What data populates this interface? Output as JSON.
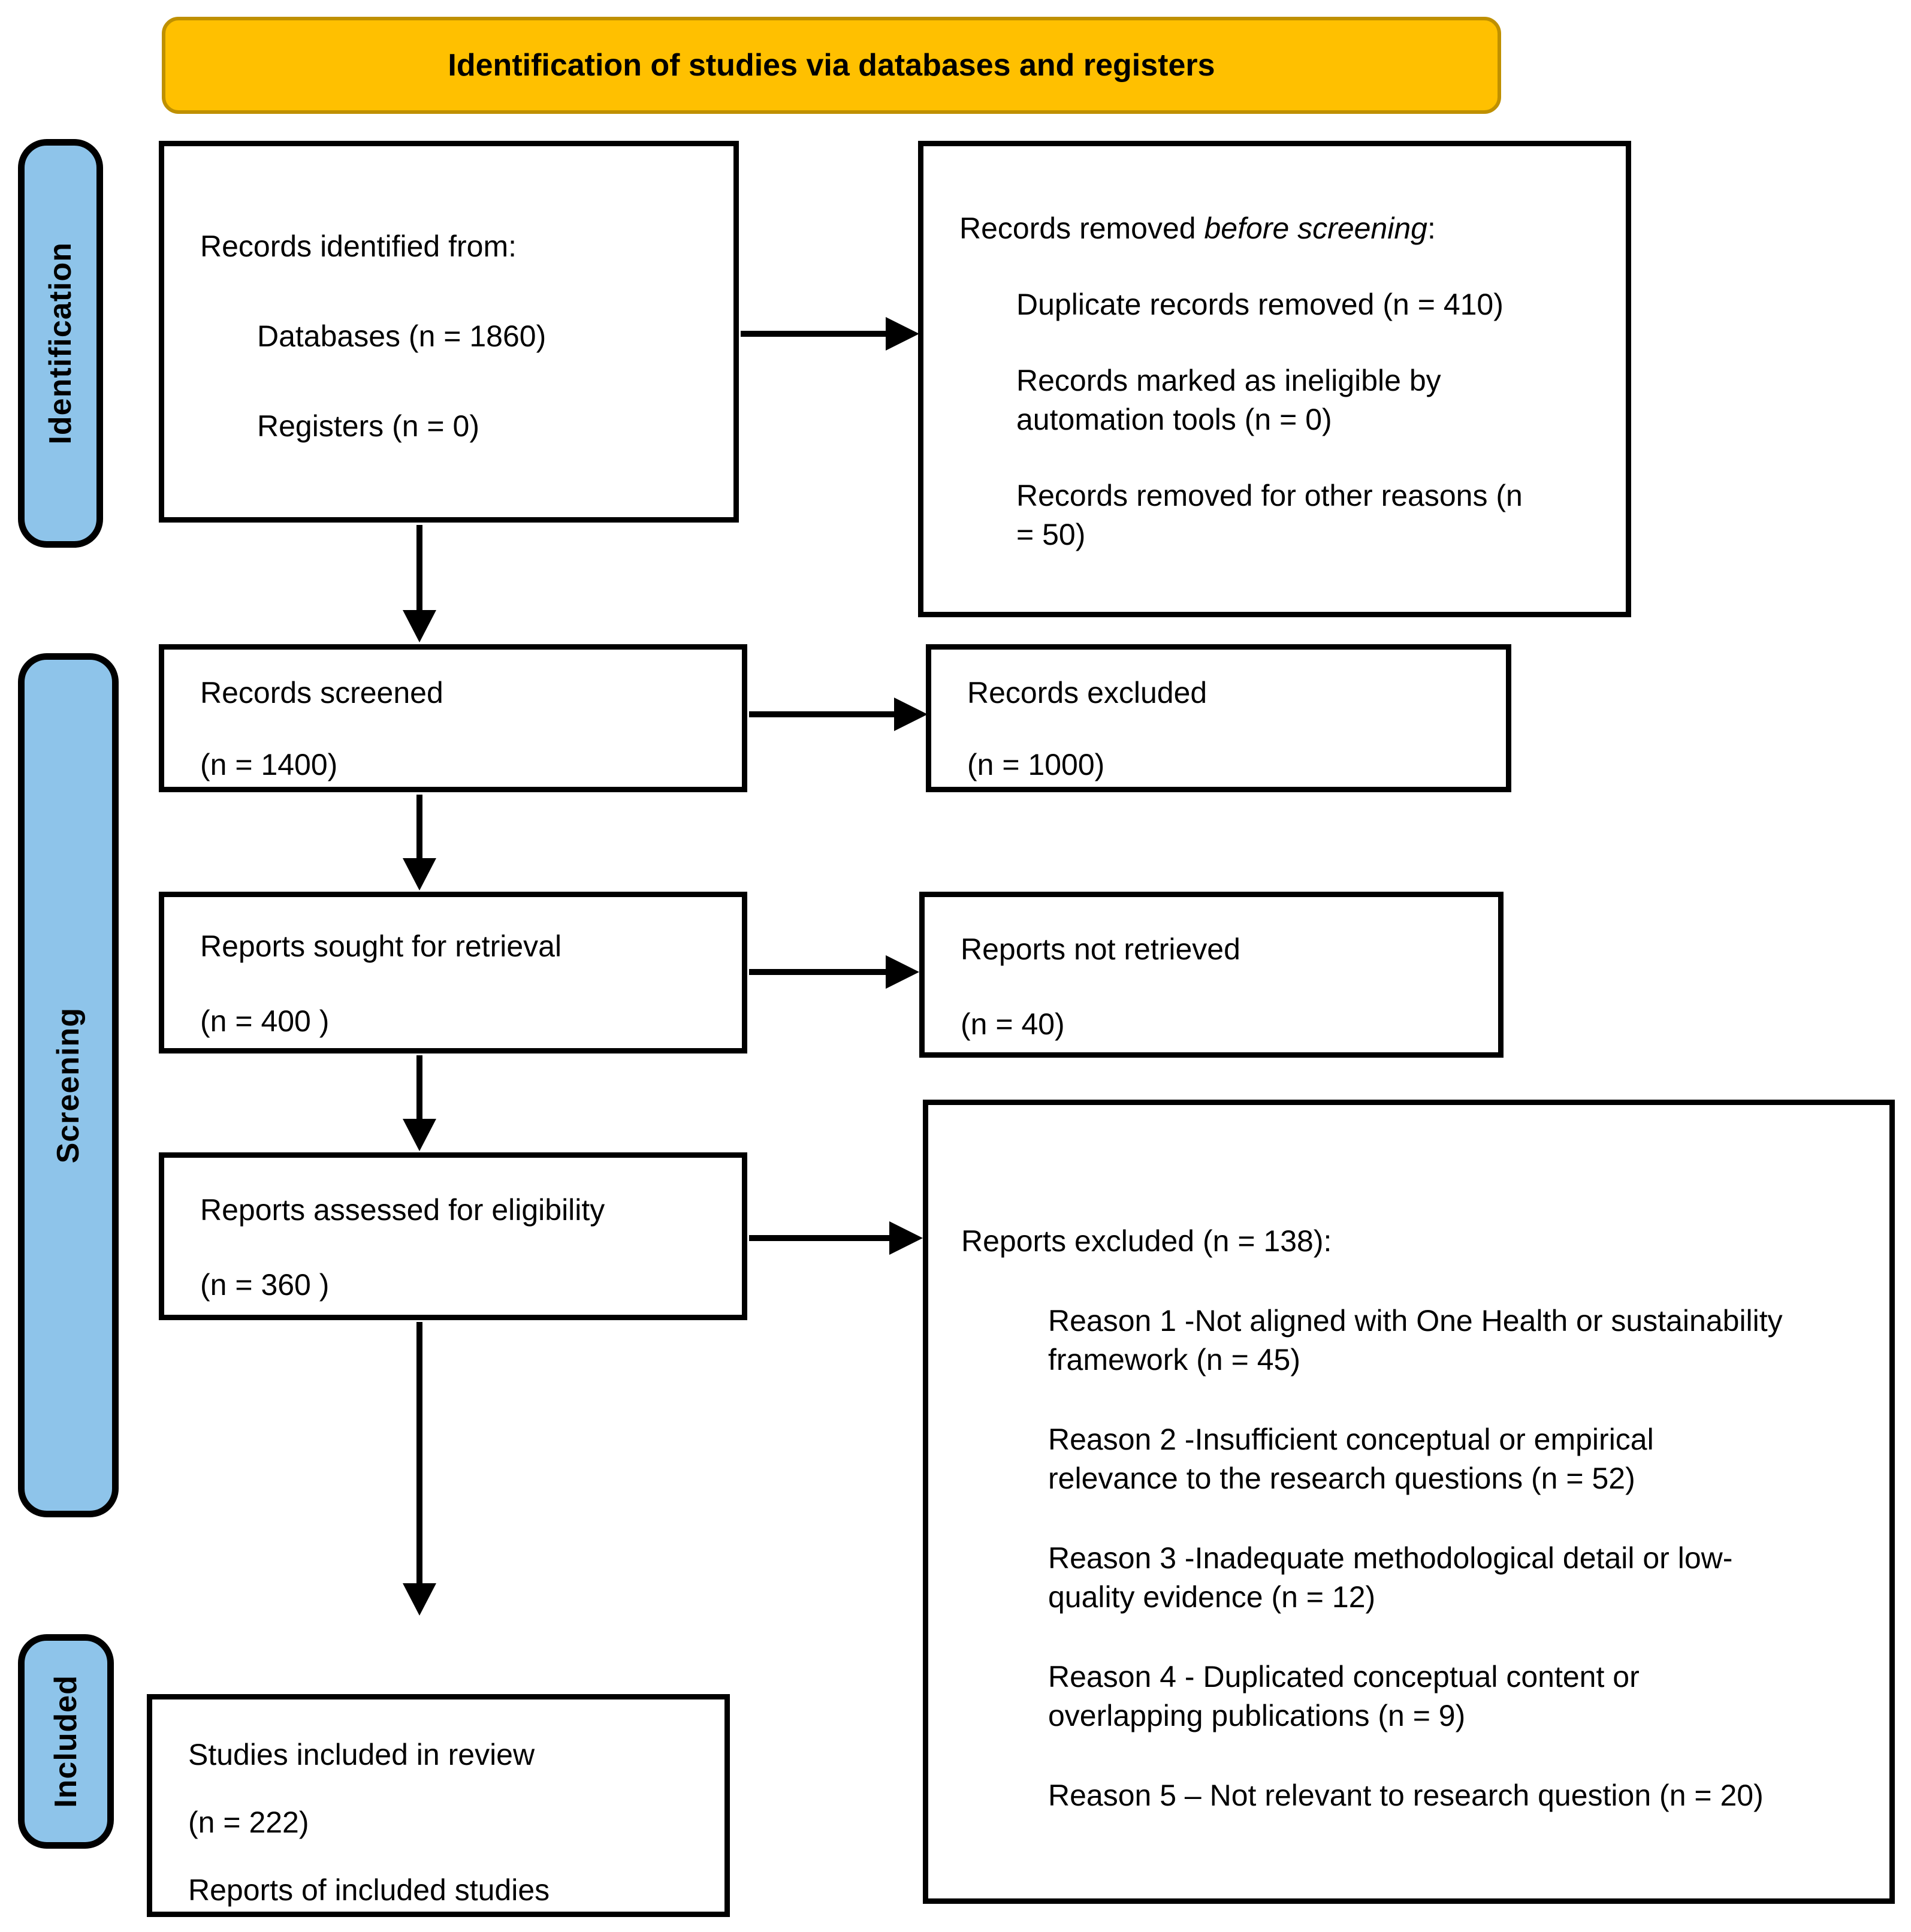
{
  "title": "Identification of studies via databases and registers",
  "stages": {
    "identification": "Identification",
    "screening": "Screening",
    "included": "Included"
  },
  "boxes": {
    "identified": {
      "heading": "Records identified from:",
      "items": [
        "Databases (n = 1860)",
        "Registers (n = 0)"
      ]
    },
    "removed": {
      "heading_prefix": "Records removed ",
      "heading_italic": "before screening",
      "heading_suffix": ":",
      "items": [
        "Duplicate records removed (n = 410)",
        "Records marked as ineligible by\nautomation tools (n = 0)",
        "Records removed for other reasons (n\n= 50)"
      ]
    },
    "screened": {
      "line1": "Records screened",
      "line2": "(n = 1400)"
    },
    "excluded": {
      "line1": "Records excluded",
      "line2": "(n = 1000)"
    },
    "sought": {
      "line1": "Reports sought for retrieval",
      "line2": "(n = 400 )"
    },
    "not_retrieved": {
      "line1": "Reports not retrieved",
      "line2": "(n = 40)"
    },
    "assessed": {
      "line1": "Reports assessed for eligibility",
      "line2": "(n = 360 )"
    },
    "reasons": {
      "heading": "Reports excluded (n = 138):",
      "items": [
        "Reason 1 -Not aligned with One Health or sustainability\nframework (n = 45)",
        "Reason 2 -Insufficient conceptual or empirical\nrelevance to the research questions (n = 52)",
        "Reason 3 -Inadequate methodological detail or low-\nquality evidence (n = 12)",
        "Reason 4 - Duplicated conceptual content or\noverlapping publications (n = 9)",
        "Reason 5 – Not relevant to research question (n = 20)"
      ]
    },
    "included_box": {
      "line1": "Studies included in review",
      "line2": "(n = 222)",
      "line3": "Reports of included studies"
    }
  },
  "colors": {
    "banner_fill": "#FFC000",
    "banner_border": "#BF9000",
    "stage_fill": "#8EC4EA",
    "stage_border": "#000000",
    "box_border": "#000000",
    "arrow": "#000000"
  }
}
